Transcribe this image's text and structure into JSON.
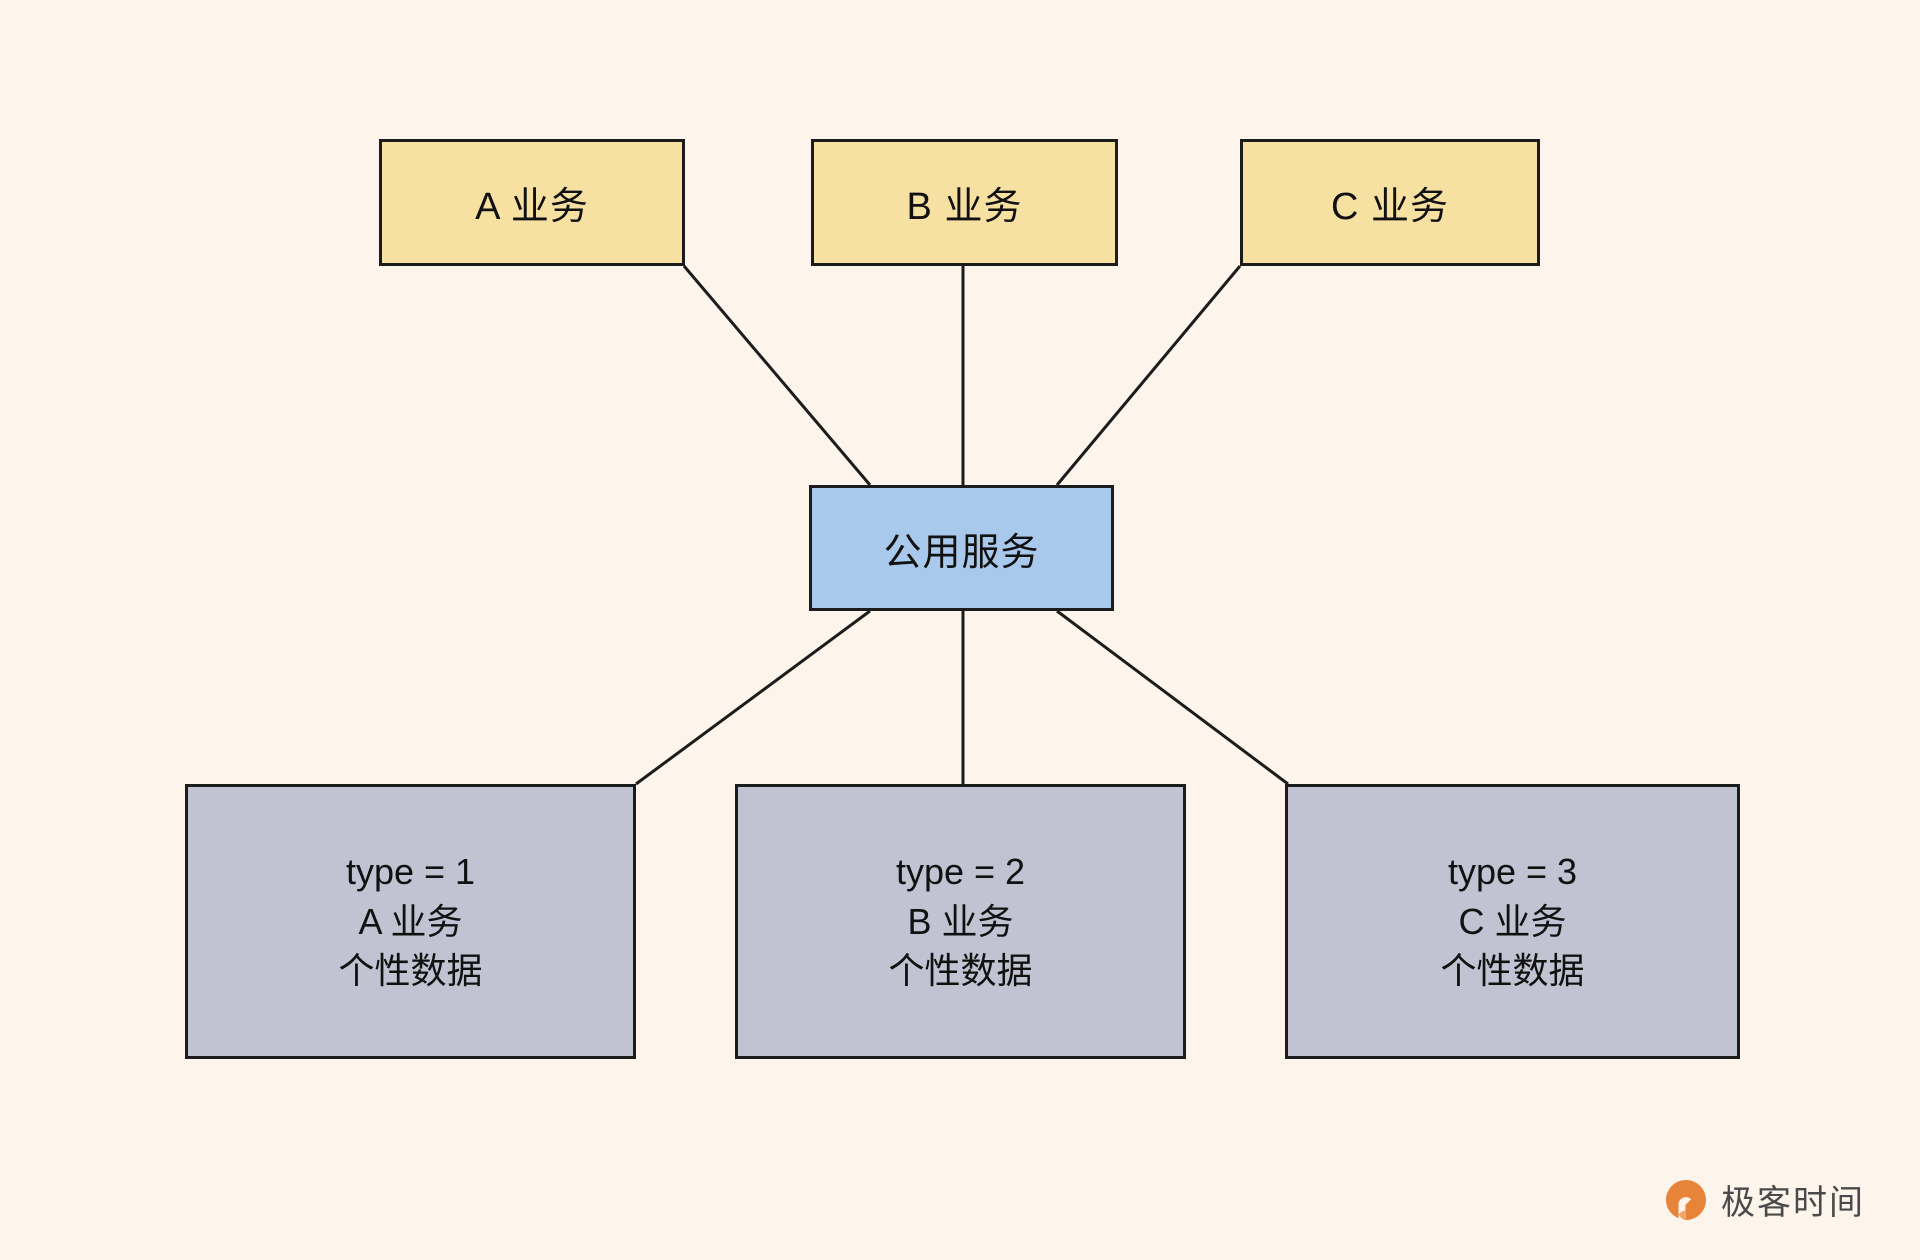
{
  "diagram": {
    "background_color": "#fdf5ec",
    "border_color": "#1c1c1c",
    "business_nodes": [
      {
        "label": "A 业务",
        "color": "#f6e0a2"
      },
      {
        "label": "B 业务",
        "color": "#f6e0a2"
      },
      {
        "label": "C 业务",
        "color": "#f6e0a2"
      }
    ],
    "common_node": {
      "label": "公用服务",
      "color": "#a9c9ec"
    },
    "data_nodes": [
      {
        "type_line": "type = 1",
        "biz_line": "A 业务",
        "detail_line": "个性数据",
        "color": "#c1c3d3"
      },
      {
        "type_line": "type = 2",
        "biz_line": "B 业务",
        "detail_line": "个性数据",
        "color": "#c1c3d3"
      },
      {
        "type_line": "type = 3",
        "biz_line": "C 业务",
        "detail_line": "个性数据",
        "color": "#c1c3d3"
      }
    ]
  },
  "watermark": {
    "text": "极客时间",
    "logo_color": "#e8833a"
  }
}
